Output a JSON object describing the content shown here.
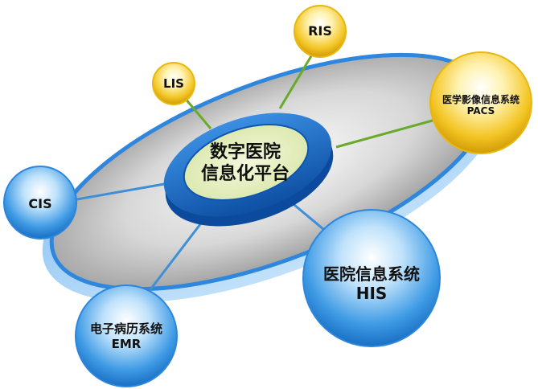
{
  "center": {
    "line1": "数字医院",
    "line2": "信息化平台"
  },
  "nodes": {
    "ris": {
      "label": "RIS"
    },
    "lis": {
      "label": "LIS"
    },
    "pacs": {
      "line1": "医学影像信息系统",
      "line2": "PACS"
    },
    "cis": {
      "label": "CIS"
    },
    "his": {
      "line1": "医院信息系统",
      "line2": "HIS"
    },
    "emr": {
      "line1": "电子病历系统",
      "line2": "EMR"
    }
  },
  "colors": {
    "blue_sphere": "#2e8de0",
    "gold_sphere": "#f2c21a",
    "platform_ring": "#1a6cc9",
    "center_fill": "#e9f1c4",
    "green_link": "#6aaa2a",
    "blue_link": "#3d8fd8"
  }
}
